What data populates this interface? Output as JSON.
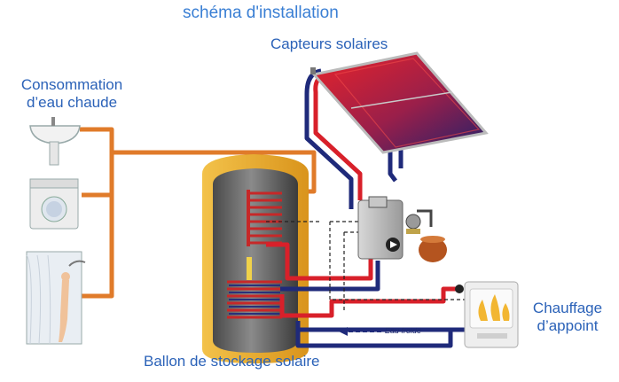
{
  "title": "schéma d'installation",
  "labels": {
    "collectors": "Capteurs solaires",
    "hot_water_line1": "Consommation",
    "hot_water_line2": "d’eau chaude",
    "tank": "Ballon de stockage solaire",
    "backup_line1": "Chauffage",
    "backup_line2": "d’appoint",
    "cold_water": "Eau froide"
  },
  "colors": {
    "hot_pipe": "#e07b2a",
    "solar_supply": "#d8202a",
    "solar_return": "#1f2a7a",
    "tank_jacket": "#e8a92a",
    "tank_body": "#6e6e6e",
    "label_text": "#2b62b8"
  },
  "icons": [
    "washbasin-icon",
    "washing-machine-icon",
    "shower-icon",
    "solar-panel-icon",
    "pump-station-icon",
    "expansion-vessel-icon",
    "boiler-icon",
    "flame-icon"
  ]
}
